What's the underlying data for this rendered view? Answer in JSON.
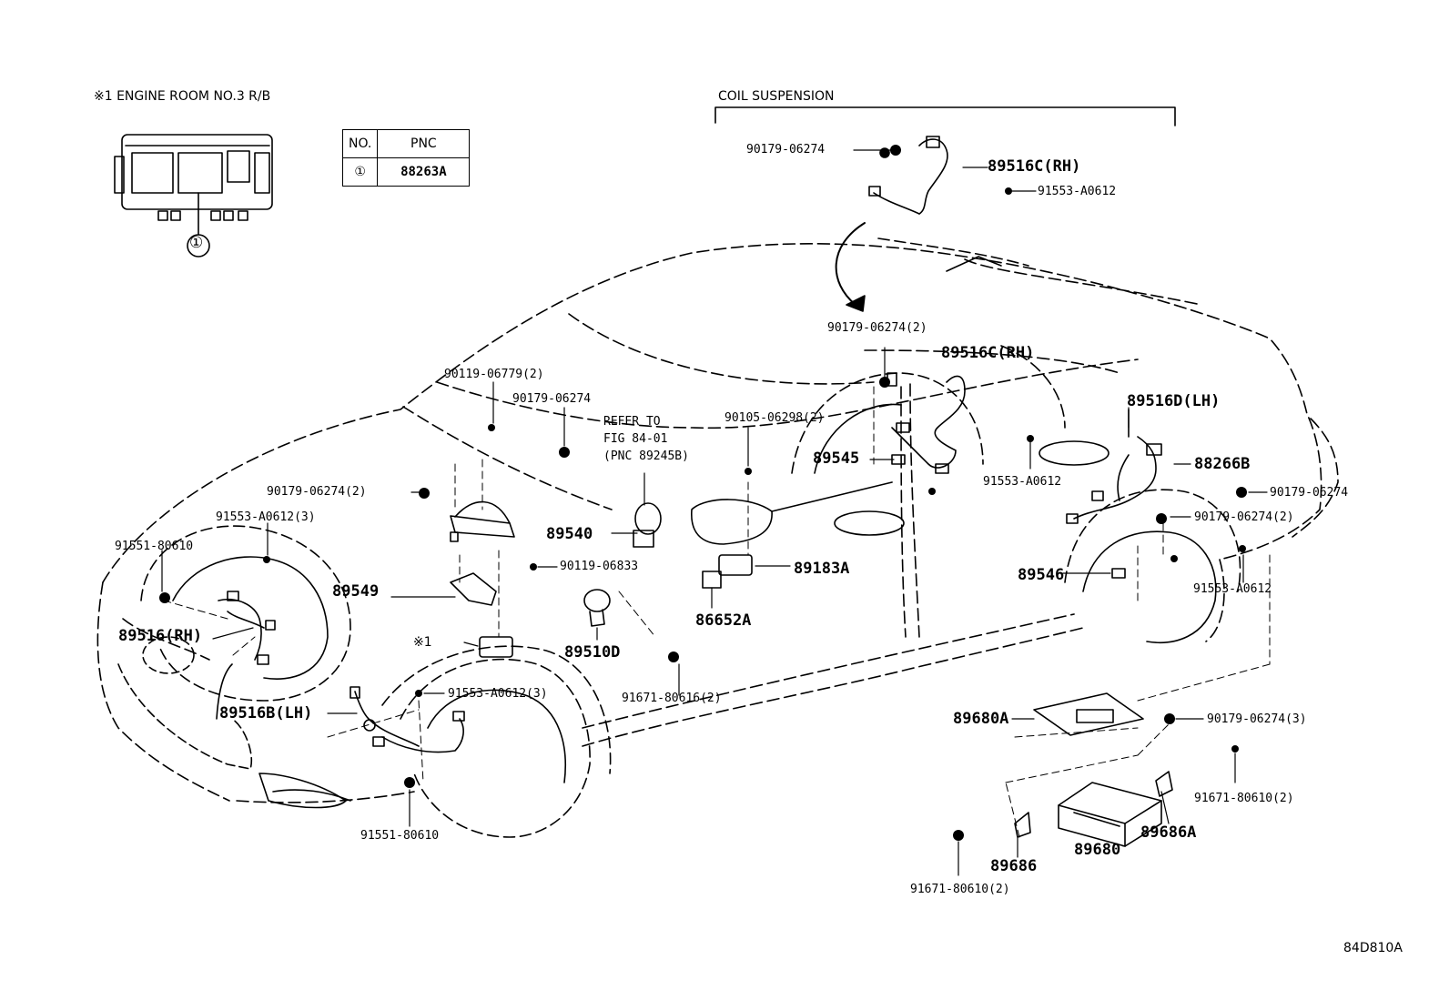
{
  "header": {
    "engine_room_note": "※1 ENGINE ROOM NO.3 R/B",
    "coil_suspension": "COIL SUSPENSION",
    "callout_mark": "①"
  },
  "pnc_table": {
    "col_no": "NO.",
    "col_pnc": "PNC",
    "row_no": "①",
    "row_pnc": "88263A"
  },
  "labels": {
    "p90179_06274_a": "90179-06274",
    "p89516c_rh_a": "89516C(RH)",
    "p91553_a0612_a": "91553-A0612",
    "p90179_06274_2_a": "90179-06274(2)",
    "p89516c_rh_b": "89516C(RH)",
    "p89516d_lh": "89516D(LH)",
    "p90119_06779_2": "90119-06779(2)",
    "p90179_06274_b": "90179-06274",
    "refer_to": "REFER TO",
    "fig_84_01": "FIG 84-01",
    "pnc_89245b": "(PNC 89245B)",
    "p90105_06298_2": "90105-06298(2)",
    "p89545": "89545",
    "p91553_a0612_b": "91553-A0612",
    "p88266b": "88266B",
    "p90179_06274_c": "90179-06274",
    "p90179_06274_2_b": "90179-06274(2)",
    "p90179_06274_2_c": "90179-06274(2)",
    "p91553_a0612_3_a": "91553-A0612(3)",
    "p89540": "89540",
    "p91551_80610_a": "91551-80610",
    "p90119_06833": "90119-06833",
    "p89183a": "89183A",
    "p89546": "89546",
    "p91553_a0612_c": "91553-A0612",
    "p89549": "89549",
    "p86652a": "86652A",
    "p89516_rh": "89516(RH)",
    "ref_mark": "※1",
    "p89510d": "89510D",
    "p91553_a0612_3_b": "91553-A0612(3)",
    "p91671_80616_2": "91671-80616(2)",
    "p89516b_lh": "89516B(LH)",
    "p89680a": "89680A",
    "p90179_06274_3": "90179-06274(3)",
    "p91671_80610_2_a": "91671-80610(2)",
    "p89686a": "89686A",
    "p91551_80610_b": "91551-80610",
    "p89680": "89680",
    "p89686": "89686",
    "p91671_80610_2_b": "91671-80610(2)",
    "fig_code": "84D810A"
  }
}
